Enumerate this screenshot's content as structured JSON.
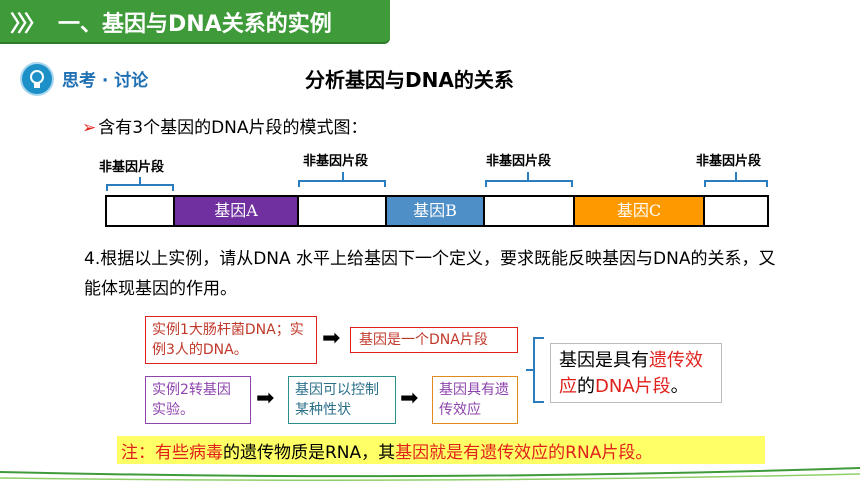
{
  "header": {
    "chevrons": "〉〉〉",
    "title": "一、基因与DNA关系的实例"
  },
  "badge": {
    "text": "思考 · 讨论"
  },
  "main_title": "分析基因与DNA的关系",
  "subtitle": {
    "marker": "➢",
    "text": "含有3个基因的DNA片段的模式图："
  },
  "diagram": {
    "nongene_label": "非基因片段",
    "genes": [
      "基因A",
      "基因B",
      "基因C"
    ],
    "colors": {
      "gene_a": "#7030a0",
      "gene_b": "#4f8fc7",
      "gene_c": "#ff9900",
      "brace": "#2a7ec0"
    }
  },
  "question": "4.根据以上实例，请从DNA 水平上给基因下一个定义，要求既能反映基因与DNA的关系，又能体现基因的作用。",
  "flow": {
    "example1": "实例1大肠杆菌DNA；实例3人的DNA。",
    "result1": "基因是一个DNA片段",
    "example2": "实例2转基因实验。",
    "mid2": "基因可以控制某种性状",
    "result2": "基因具有遗传效应",
    "conclusion_a": "基因是具有",
    "conclusion_b": "遗传效应",
    "conclusion_c": "的",
    "conclusion_d": "DNA片段",
    "conclusion_e": "。"
  },
  "note": {
    "p1": "注：",
    "p2": "有些病毒",
    "p3": "的遗传物质是RNA，其",
    "p4": "基因就是有遗传效应的RNA片段。"
  }
}
